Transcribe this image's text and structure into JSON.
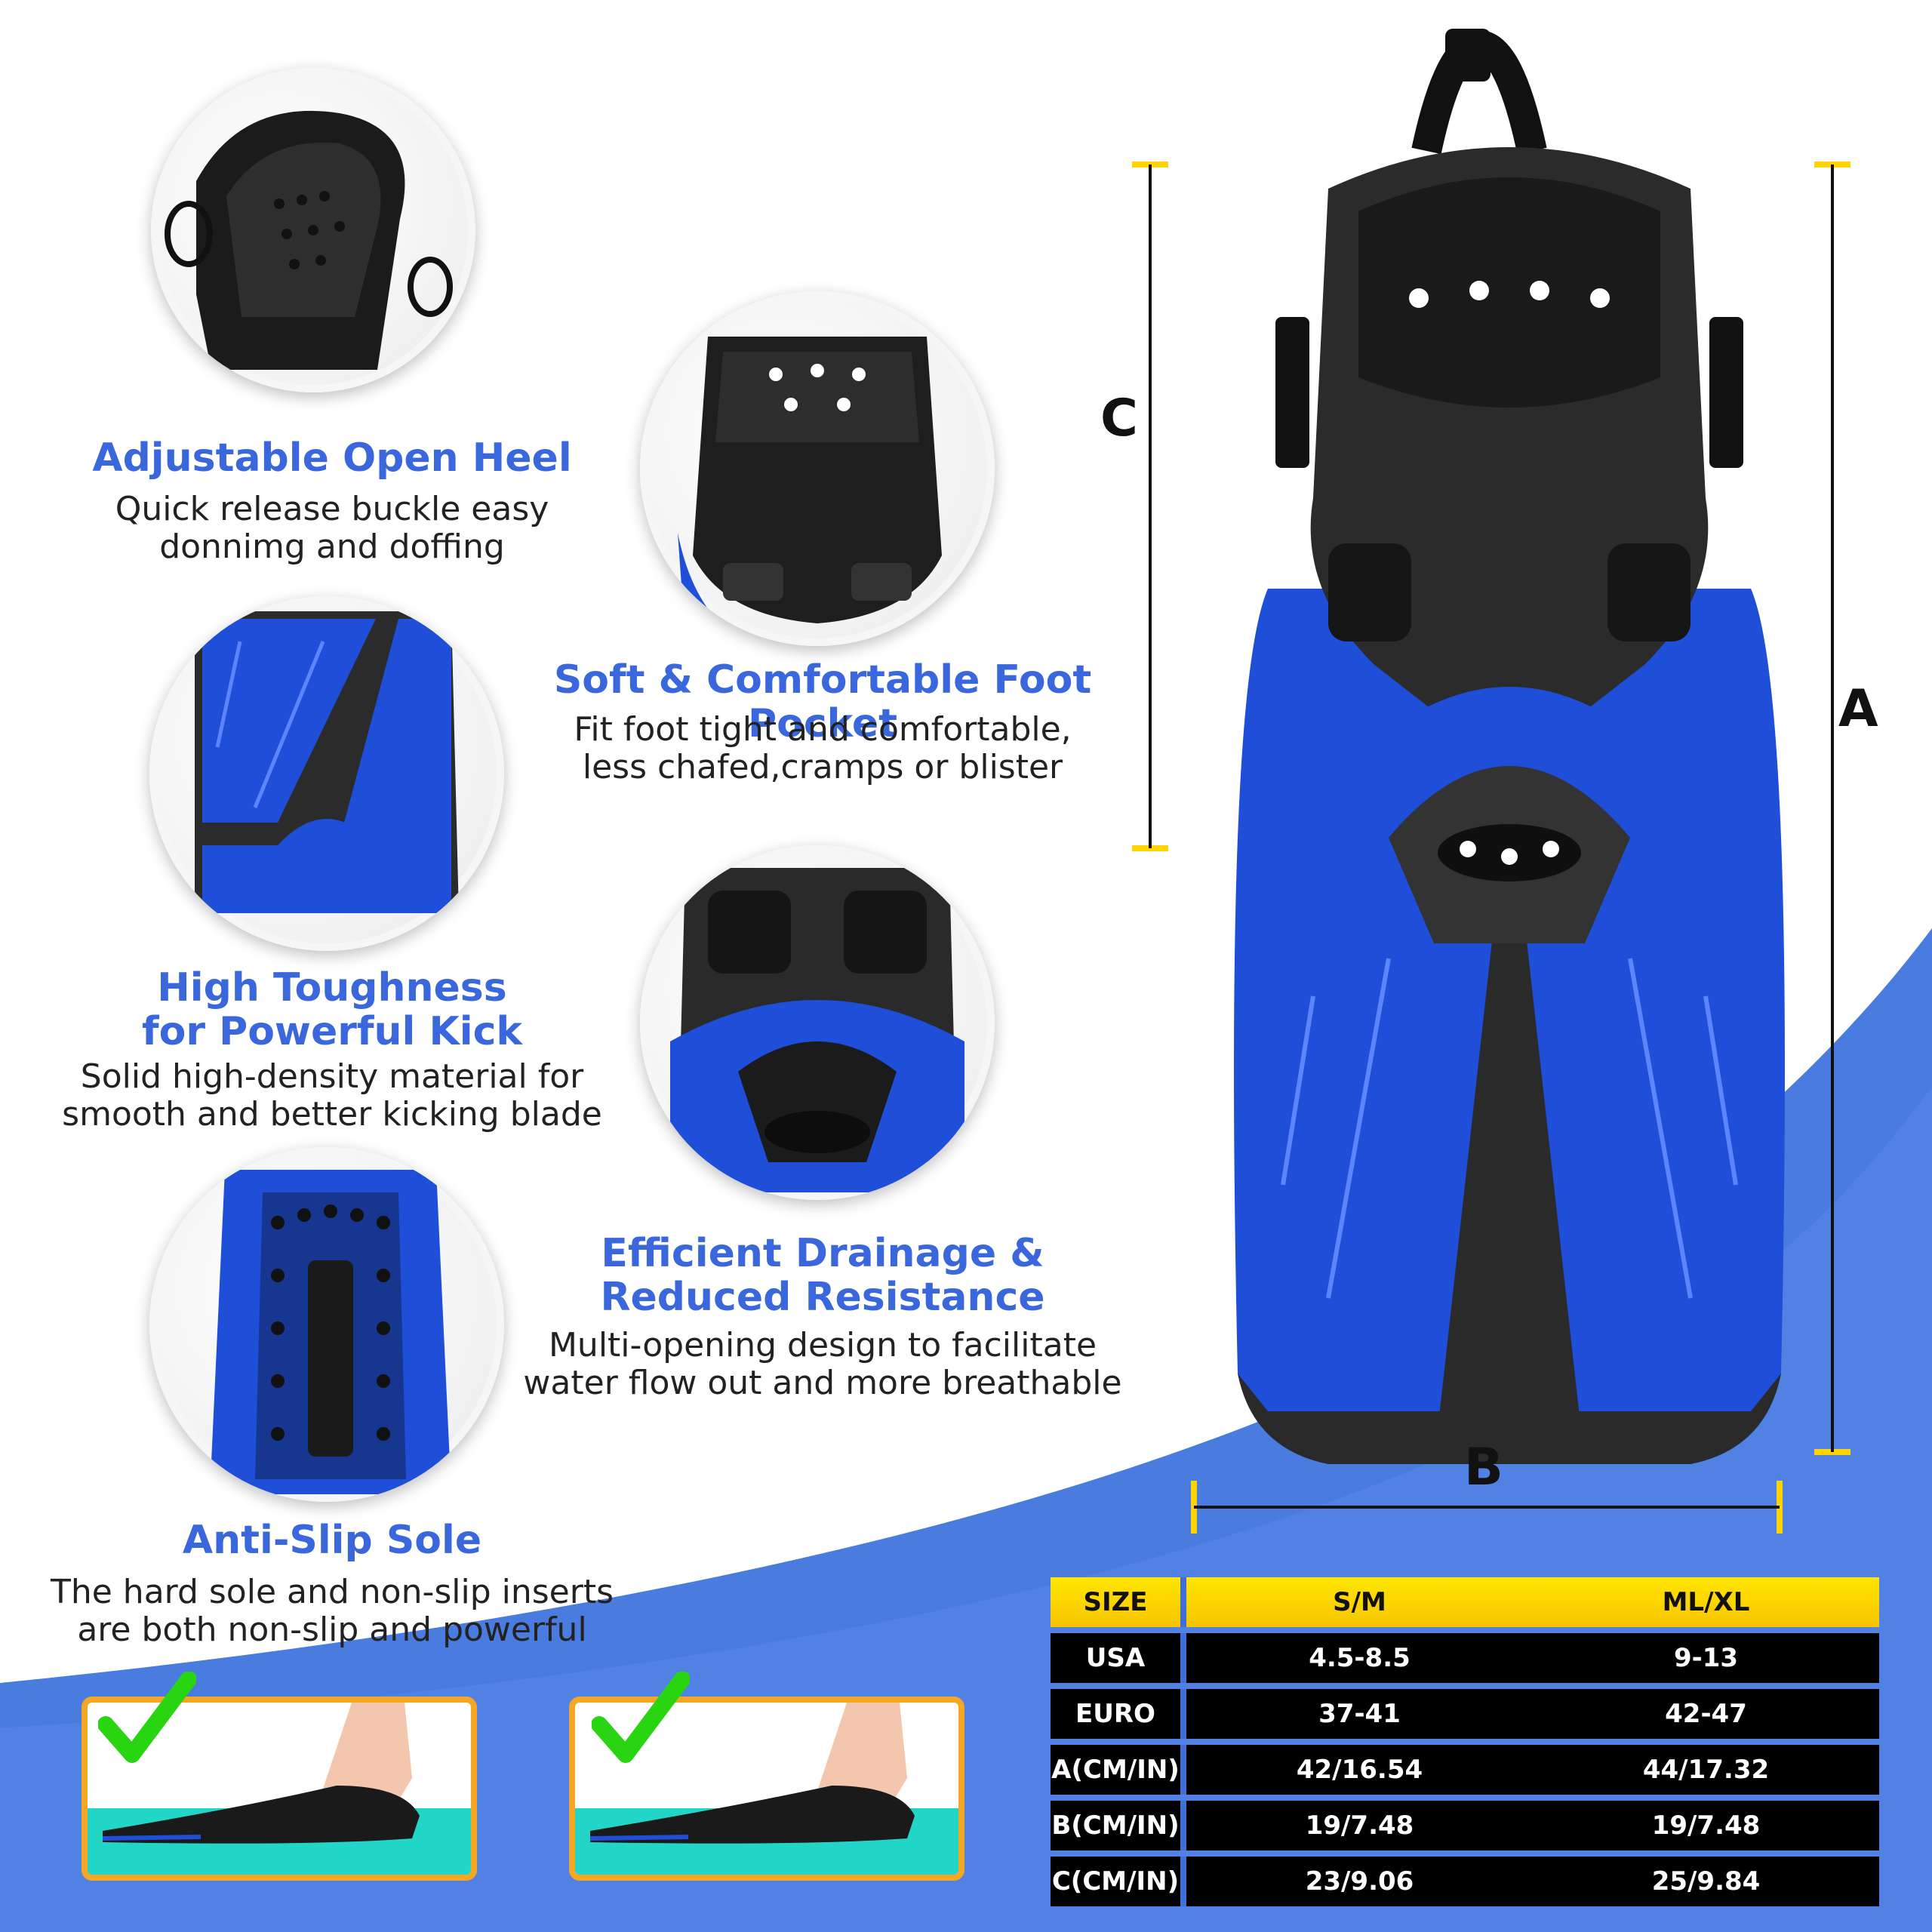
{
  "features": [
    {
      "title": "Adjustable Open Heel",
      "desc": [
        "Quick release buckle easy",
        "donnimg and doffing"
      ]
    },
    {
      "title": "Soft & Comfortable Foot Pocket",
      "desc": [
        "Fit foot tight and comfortable,",
        "less chafed,cramps or blister"
      ]
    },
    {
      "title": "High Toughness",
      "title2": "for Powerful Kick",
      "desc": [
        "Solid high-density material for",
        "smooth and better kicking blade"
      ]
    },
    {
      "title": "Efficient Drainage &",
      "title2": "Reduced Resistance",
      "desc": [
        "Multi-opening design to facilitate",
        "water flow out and more breathable"
      ]
    },
    {
      "title": "Anti-Slip Sole",
      "desc": [
        "The hard sole and non-slip inserts",
        "are both non-slip and powerful"
      ]
    }
  ],
  "dimensions": {
    "a": "A",
    "b": "B",
    "c": "C"
  },
  "size_table": {
    "header": [
      "SIZE",
      "S/M",
      "ML/XL"
    ],
    "rows": [
      [
        "USA",
        "4.5-8.5",
        "9-13"
      ],
      [
        "EURO",
        "37-41",
        "42-47"
      ],
      [
        "A(CM/IN)",
        "42/16.54",
        "44/17.32"
      ],
      [
        "B(CM/IN)",
        "19/7.48",
        "19/7.48"
      ],
      [
        "C(CM/IN)",
        "23/9.06",
        "25/9.84"
      ]
    ]
  },
  "colors": {
    "accent": "#3b67dd",
    "blade": "#1f4fd8",
    "highlight": "#ffd400",
    "frame": "#f5a623",
    "check": "#29d411"
  },
  "icons": [
    "check-icon",
    "check-icon"
  ]
}
